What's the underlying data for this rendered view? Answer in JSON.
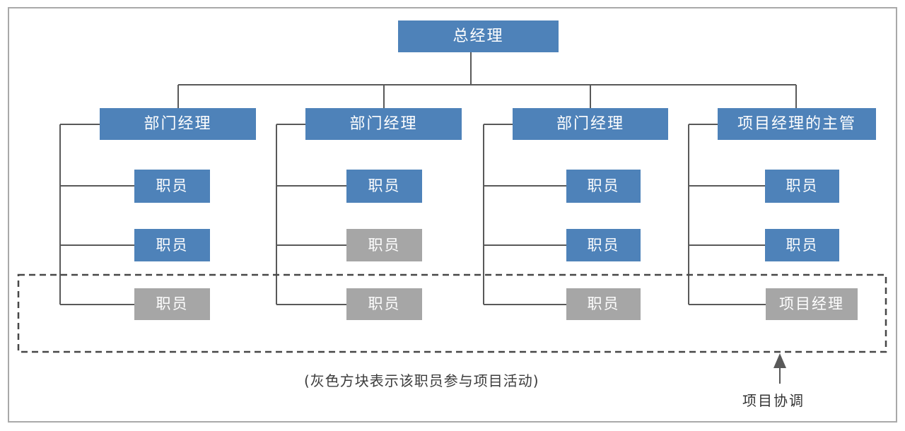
{
  "diagram": {
    "root": {
      "label": "总经理",
      "color": "#4E82B9"
    },
    "columns": [
      {
        "head": {
          "label": "部门经理",
          "color": "#4E82B9"
        },
        "staff": [
          {
            "label": "职员",
            "color": "#4E82B9"
          },
          {
            "label": "职员",
            "color": "#4E82B9"
          },
          {
            "label": "职员",
            "color": "#A6A6A6"
          }
        ]
      },
      {
        "head": {
          "label": "部门经理",
          "color": "#4E82B9"
        },
        "staff": [
          {
            "label": "职员",
            "color": "#4E82B9"
          },
          {
            "label": "职员",
            "color": "#A6A6A6"
          },
          {
            "label": "职员",
            "color": "#A6A6A6"
          }
        ]
      },
      {
        "head": {
          "label": "部门经理",
          "color": "#4E82B9"
        },
        "staff": [
          {
            "label": "职员",
            "color": "#4E82B9"
          },
          {
            "label": "职员",
            "color": "#4E82B9"
          },
          {
            "label": "职员",
            "color": "#A6A6A6"
          }
        ]
      },
      {
        "head": {
          "label": "项目经理的主管",
          "color": "#4E82B9"
        },
        "staff": [
          {
            "label": "职员",
            "color": "#4E82B9"
          },
          {
            "label": "职员",
            "color": "#4E82B9"
          },
          {
            "label": "项目经理",
            "color": "#A6A6A6"
          }
        ]
      }
    ],
    "legend_note": "(灰色方块表示该职员参与项目活动)",
    "coordination_label": "项目协调",
    "colors": {
      "manager_blue": "#4E82B9",
      "participant_gray": "#A6A6A6",
      "line": "#595959",
      "dashed_border": "#474747",
      "outer_frame": "#A9A9A9",
      "text_on_box": "#FFFFFF"
    }
  }
}
